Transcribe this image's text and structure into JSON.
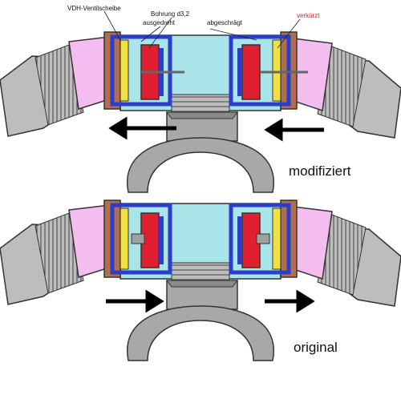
{
  "labels": {
    "vdh": "VDH-Ventilscheibe",
    "bohrung": "Bohrung d3,2",
    "ausgedreht": "ausgedreht",
    "abgeschraegt": "abgeschrägt",
    "verkuerzt": "verkürzt"
  },
  "captions": {
    "top": "modifiziert",
    "bottom": "original"
  },
  "colors": {
    "tube_cyan": "#a8e4e8",
    "valve_red": "#e02030",
    "housing_blue": "#2c3ec8",
    "hose_pink": "#f4bdf0",
    "hose_gray": "#bdbdbd",
    "nut_brown": "#b07050",
    "seal_yellow": "#f0e040",
    "mount_gray": "#a0a0a0"
  }
}
